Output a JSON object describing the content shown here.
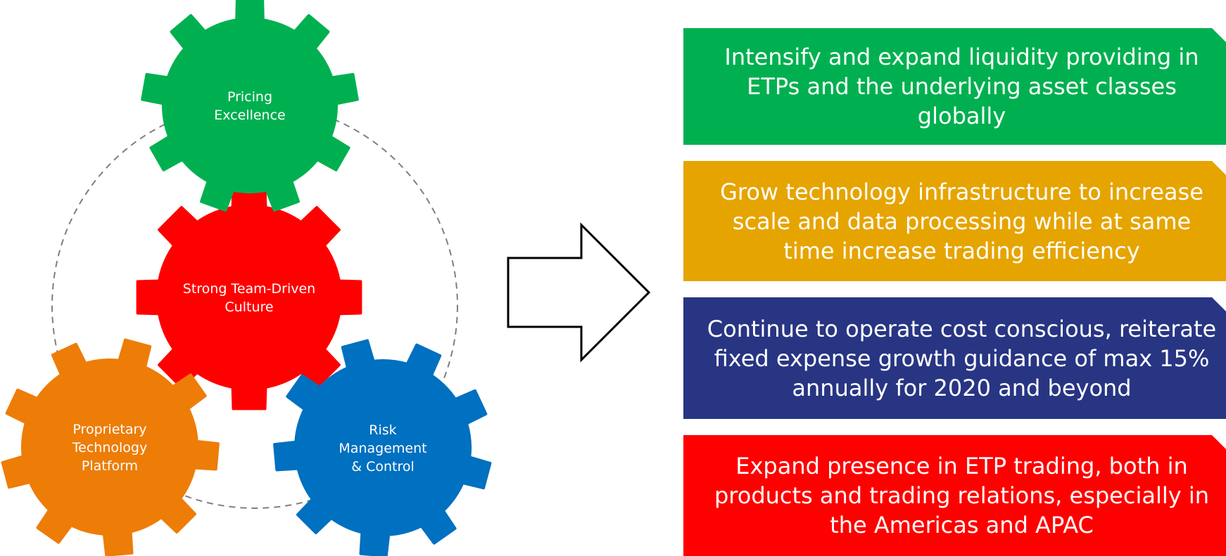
{
  "gears": [
    {
      "id": "pricing",
      "lines": [
        "Pricing",
        "Excellence"
      ],
      "color": "#00b050",
      "icon": "gear-icon"
    },
    {
      "id": "culture",
      "lines": [
        "Strong Team-Driven",
        "Culture"
      ],
      "color": "#ff0000",
      "icon": "gear-icon"
    },
    {
      "id": "technology",
      "lines": [
        "Proprietary",
        "Technology",
        "Platform"
      ],
      "color": "#ed7d07",
      "icon": "gear-icon"
    },
    {
      "id": "risk",
      "lines": [
        "Risk",
        "Management",
        "& Control"
      ],
      "color": "#0070c0",
      "icon": "gear-icon"
    }
  ],
  "arrow": {
    "icon": "right-arrow-icon"
  },
  "strategies": [
    {
      "text": "Intensify and expand liquidity providing in ETPs and the underlying asset classes globally",
      "color": "#00b050"
    },
    {
      "text": "Grow technology infrastructure to increase scale and data processing while at same time increase trading efficiency",
      "color": "#e6a400"
    },
    {
      "text": "Continue to operate cost conscious, reiterate fixed expense growth guidance of max 15% annually for 2020 and beyond",
      "color": "#283583"
    },
    {
      "text": "Expand presence in ETP trading, both in products and trading relations, especially in the Americas and APAC",
      "color": "#ff0000"
    }
  ]
}
